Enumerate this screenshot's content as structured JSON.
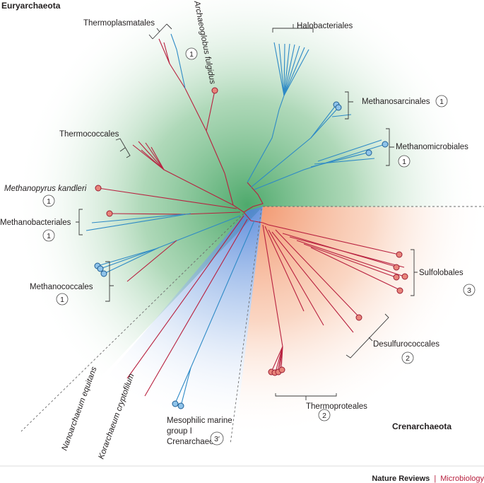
{
  "domains": {
    "euryarchaeota": "Euryarchaeota",
    "crenarchaeota": "Crenarchaeota"
  },
  "groups": {
    "thermoplasmatales": {
      "name": "Thermoplasmatales"
    },
    "archaeoglobus": {
      "name": "Archaeoglobus fulgidus",
      "number": "1"
    },
    "halobacteriales": {
      "name": "Halobacteriales"
    },
    "methanosarcinales": {
      "name": "Methanosarcinales",
      "number": "1"
    },
    "methanomicrobiales": {
      "name": "Methanomicrobiales",
      "number": "1"
    },
    "thermococcales": {
      "name": "Thermococcales"
    },
    "methanopyrus": {
      "name": "Methanopyrus kandleri",
      "number": "1"
    },
    "methanobacteriales": {
      "name": "Methanobacteriales",
      "number": "1"
    },
    "methanococcales": {
      "name": "Methanococcales",
      "number": "1"
    },
    "nanoarchaeum": {
      "name": "Nanoarchaeum equitans"
    },
    "korarchaeum": {
      "name": "Korarchaeum cryptofilum"
    },
    "mesophilic": {
      "lines": [
        "Mesophilic marine",
        "group I",
        "Crenarchaeota"
      ],
      "number": "3′"
    },
    "thermoproteales": {
      "name": "Thermoproteales",
      "number": "2"
    },
    "desulfurococcales": {
      "name": "Desulfurococcales",
      "number": "2"
    },
    "sulfolobales": {
      "name": "Sulfolobales",
      "number": "3"
    }
  },
  "credit": {
    "journal": "Nature Reviews",
    "separator": "|",
    "section": "Microbiology"
  },
  "colors": {
    "thermophile_branch": "#b8213f",
    "mesophile_branch": "#2e8ac6",
    "euryarchaeota_shade": "#2f9a52",
    "crenarchaeota_shade": "#f3a27a",
    "marine_shade": "#6f9be0",
    "credit_accent": "#b8213f"
  }
}
